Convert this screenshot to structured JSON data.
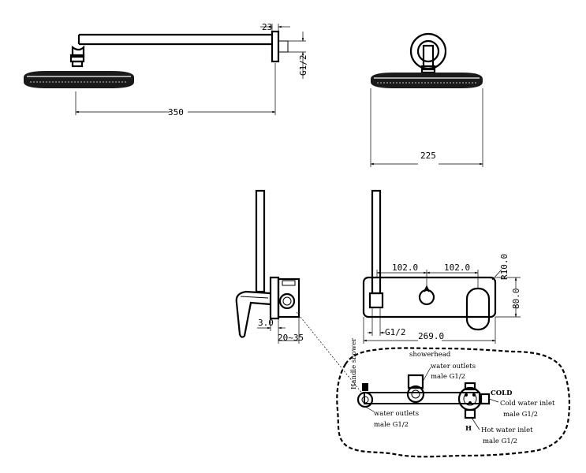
{
  "dimensions": {
    "arm_offset": "23",
    "thread_top": "G1/2",
    "arm_length": "350",
    "head_diameter": "225",
    "recess_min": "3.0",
    "recess_range": "20~35",
    "spacing_left": "102.0",
    "spacing_right": "102.0",
    "corner_radius": "R10.0",
    "plate_height": "80.0",
    "thread_bottom": "G1/2",
    "plate_width": "269.0"
  },
  "detail": {
    "handle_shower": "Handle shower",
    "showerhead": "showerhead",
    "water_outlets_top": "water outlets",
    "male_top": "male G1/2",
    "cold": "COLD",
    "cold_inlet": "Cold water inlet",
    "male_cold": "male G1/2",
    "water_outlets_bottom": "water outlets",
    "male_bottom": "male G1/2",
    "hot_marker": "H",
    "hot_inlet": "Hot water inlet",
    "male_hot": "male G1/2"
  }
}
